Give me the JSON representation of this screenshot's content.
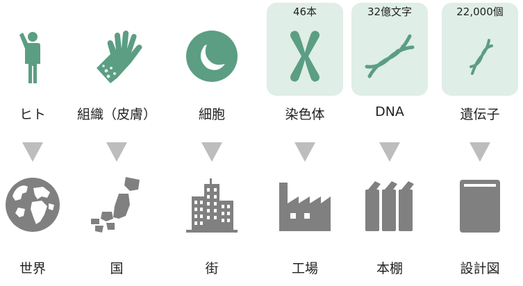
{
  "colors": {
    "green": "#5b9e84",
    "panel": "#dfeee7",
    "gray": "#808080",
    "arrow": "#bdbdbd"
  },
  "columns": [
    {
      "top_label": "ヒト",
      "bottom_label": "世界",
      "top_icon": "person-waving-icon",
      "bottom_icon": "globe-icon"
    },
    {
      "top_label": "組織（皮膚）",
      "bottom_label": "国",
      "top_icon": "hand-skin-icon",
      "bottom_icon": "japan-map-icon"
    },
    {
      "top_label": "細胞",
      "bottom_label": "街",
      "top_icon": "cell-icon",
      "bottom_icon": "city-buildings-icon"
    },
    {
      "top_label": "染色体",
      "bottom_label": "工場",
      "count": "46本",
      "top_icon": "chromosome-icon",
      "bottom_icon": "factory-icon"
    },
    {
      "top_label": "DNA",
      "bottom_label": "本棚",
      "count": "32億文字",
      "top_icon": "dna-helix-icon",
      "bottom_icon": "bookshelf-icon"
    },
    {
      "top_label": "遺伝子",
      "bottom_label": "設計図",
      "count": "22,000個",
      "top_icon": "gene-icon",
      "bottom_icon": "blueprint-book-icon"
    }
  ]
}
